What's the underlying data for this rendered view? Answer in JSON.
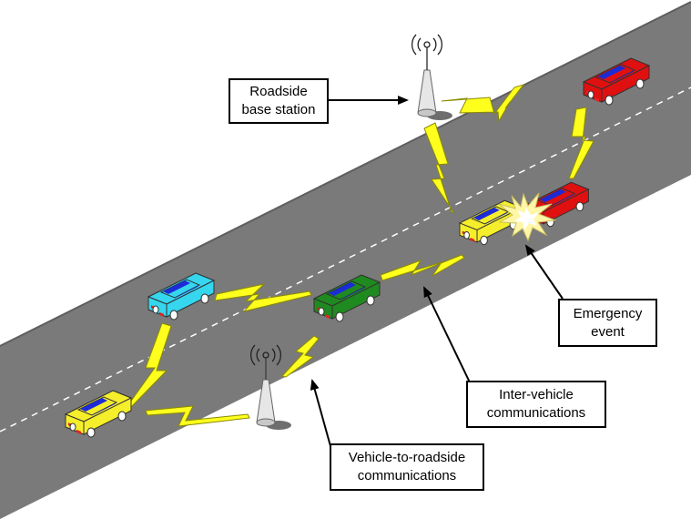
{
  "labels": {
    "base_station": [
      "Roadside",
      "base station"
    ],
    "emergency": [
      "Emergency",
      "event"
    ],
    "inter_vehicle": [
      "Inter-vehicle",
      "communications"
    ],
    "v2r": [
      "Vehicle-to-roadside",
      "communications"
    ]
  },
  "colors": {
    "road": "#7a7a7a",
    "road_edge": "#5e5e5e",
    "lane_line": "#ffffff",
    "bolt": "#ffff1e",
    "bolt_stroke": "#8a8a00",
    "window": "#1d2bd6",
    "tower": "#e6e6e6"
  },
  "vehicles": [
    {
      "name": "car-red-top",
      "color": "#e01010",
      "dark": "#8a0000"
    },
    {
      "name": "car-red-crash",
      "color": "#e01010",
      "dark": "#8a0000"
    },
    {
      "name": "car-yellow-crash",
      "color": "#f5ee2a",
      "dark": "#b8a800"
    },
    {
      "name": "car-green",
      "color": "#1f8a1f",
      "dark": "#0f4f0f"
    },
    {
      "name": "car-cyan",
      "color": "#35d6ee",
      "dark": "#1a8fa0"
    },
    {
      "name": "car-yellow-bottom",
      "color": "#f5ee2a",
      "dark": "#b8a800"
    }
  ],
  "icons": [
    "antenna-tower-icon",
    "lightning-bolt-icon",
    "car-icon",
    "crash-explosion-icon",
    "arrow-icon"
  ]
}
